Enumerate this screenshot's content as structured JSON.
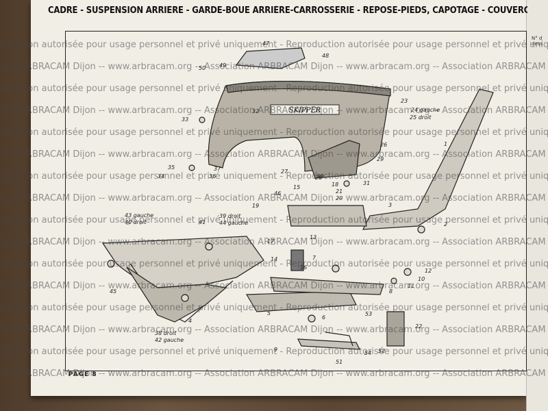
{
  "header": {
    "title": "CADRE - SUSPENSION ARRIÈRE - GARDE-BOUE ARRIÈRE-CARROSSERIE - REPOSE-PIEDS, CAPOTAGE - COUVERCLE DE SACOCHE - PORTE-BAGAGES - BÉQUILLE CENTRALE"
  },
  "footer": {
    "page": "PAGE 8"
  },
  "side_column": {
    "header": "N° d dess"
  },
  "diagram": {
    "brand_badge": "SKIPPER",
    "callouts": [
      "47",
      "48",
      "50",
      "49",
      "23",
      "24 gauche",
      "25 droit",
      "32",
      "33",
      "1",
      "26",
      "29",
      "35",
      "37",
      "34",
      "36",
      "27",
      "28",
      "15",
      "18",
      "21",
      "20",
      "31",
      "30",
      "46",
      "19",
      "3",
      "2",
      "22",
      "43 gauche",
      "40 droit",
      "39 droit",
      "44 gauche",
      "41",
      "13",
      "17",
      "14",
      "16",
      "7",
      "12",
      "10",
      "11",
      "8",
      "9",
      "5",
      "6",
      "45",
      "4",
      "38 droit",
      "42 gauche",
      "53",
      "52",
      "54",
      "51"
    ]
  },
  "watermark": {
    "line_a": "oduction autorisée pour usage personnel et privé uniquement - Reproduction autorisée pour usage personnel et privé uniquement",
    "line_b": "tion ARBRACAM Dijon -- www.arbracam.org -- Association ARBRACAM Dijon -- www.arbracam.org -- Association ARBRACAM Dijon"
  }
}
